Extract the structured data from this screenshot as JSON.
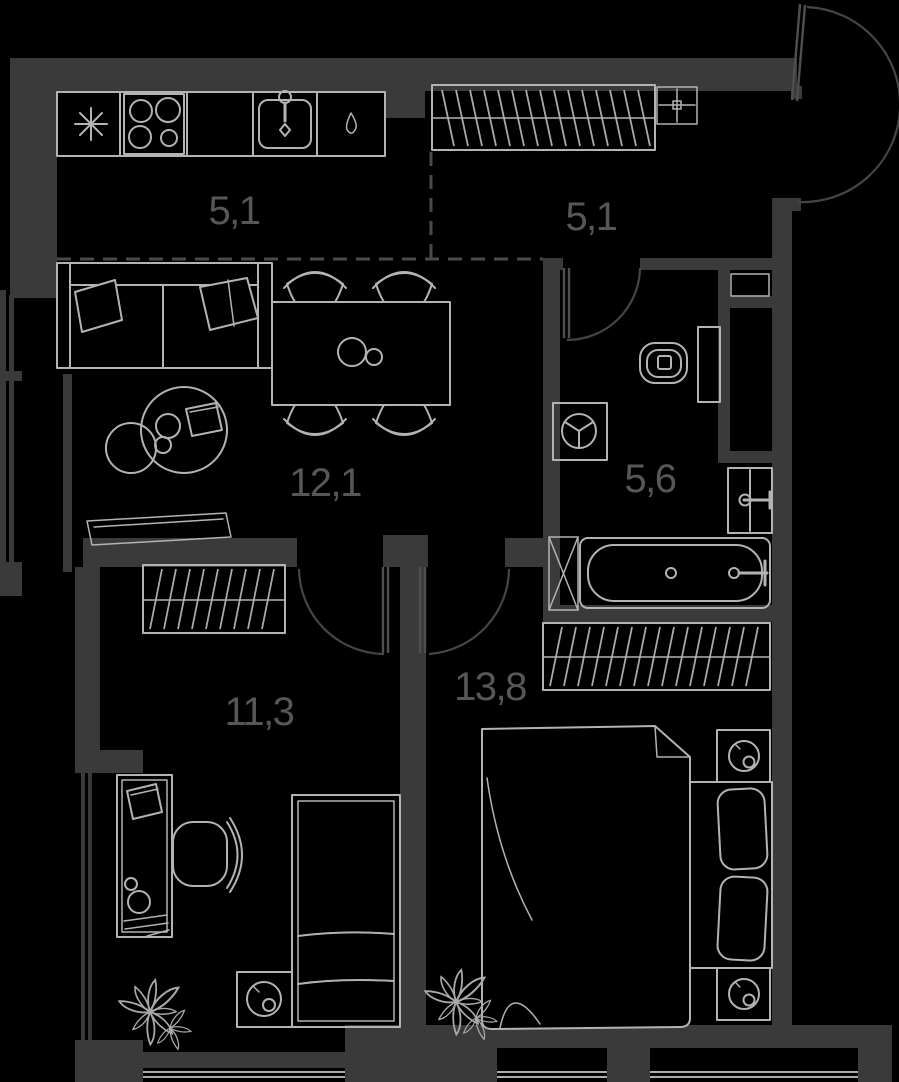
{
  "plan": {
    "type": "apartment-floor-plan",
    "background_color": "#000000",
    "wall_color": "#3a3a3a",
    "furniture_line_color": "#b3b3b3",
    "door_line_color": "#4f4f4f",
    "dashed_zone_line_color": "#4a4a4a",
    "label_color": "#575757",
    "rooms": {
      "kitchen": {
        "area_label": "5,1"
      },
      "hallway": {
        "area_label": "5,1"
      },
      "living_room": {
        "area_label": "12,1"
      },
      "bathroom": {
        "area_label": "5,6"
      },
      "room_11_3": {
        "area_label": "11,3"
      },
      "bedroom": {
        "area_label": "13,8"
      }
    },
    "fixture_icons": [
      "snowflake-fridge-icon",
      "stove-icon",
      "kitchen-sink-icon",
      "water-drop-icon",
      "wardrobe-hatch-icon",
      "electrical-panel-icon",
      "entry-door-icon",
      "sofa-icon",
      "dining-table-icon",
      "chair-icon",
      "coffee-table-icon",
      "tv-console-icon",
      "toilet-icon",
      "washing-machine-icon",
      "washbasin-icon",
      "bathtub-icon",
      "desk-icon",
      "office-chair-icon",
      "single-bed-icon",
      "double-bed-icon",
      "nightstand-icon",
      "lamp-icon",
      "plant-icon",
      "window-icon"
    ]
  }
}
